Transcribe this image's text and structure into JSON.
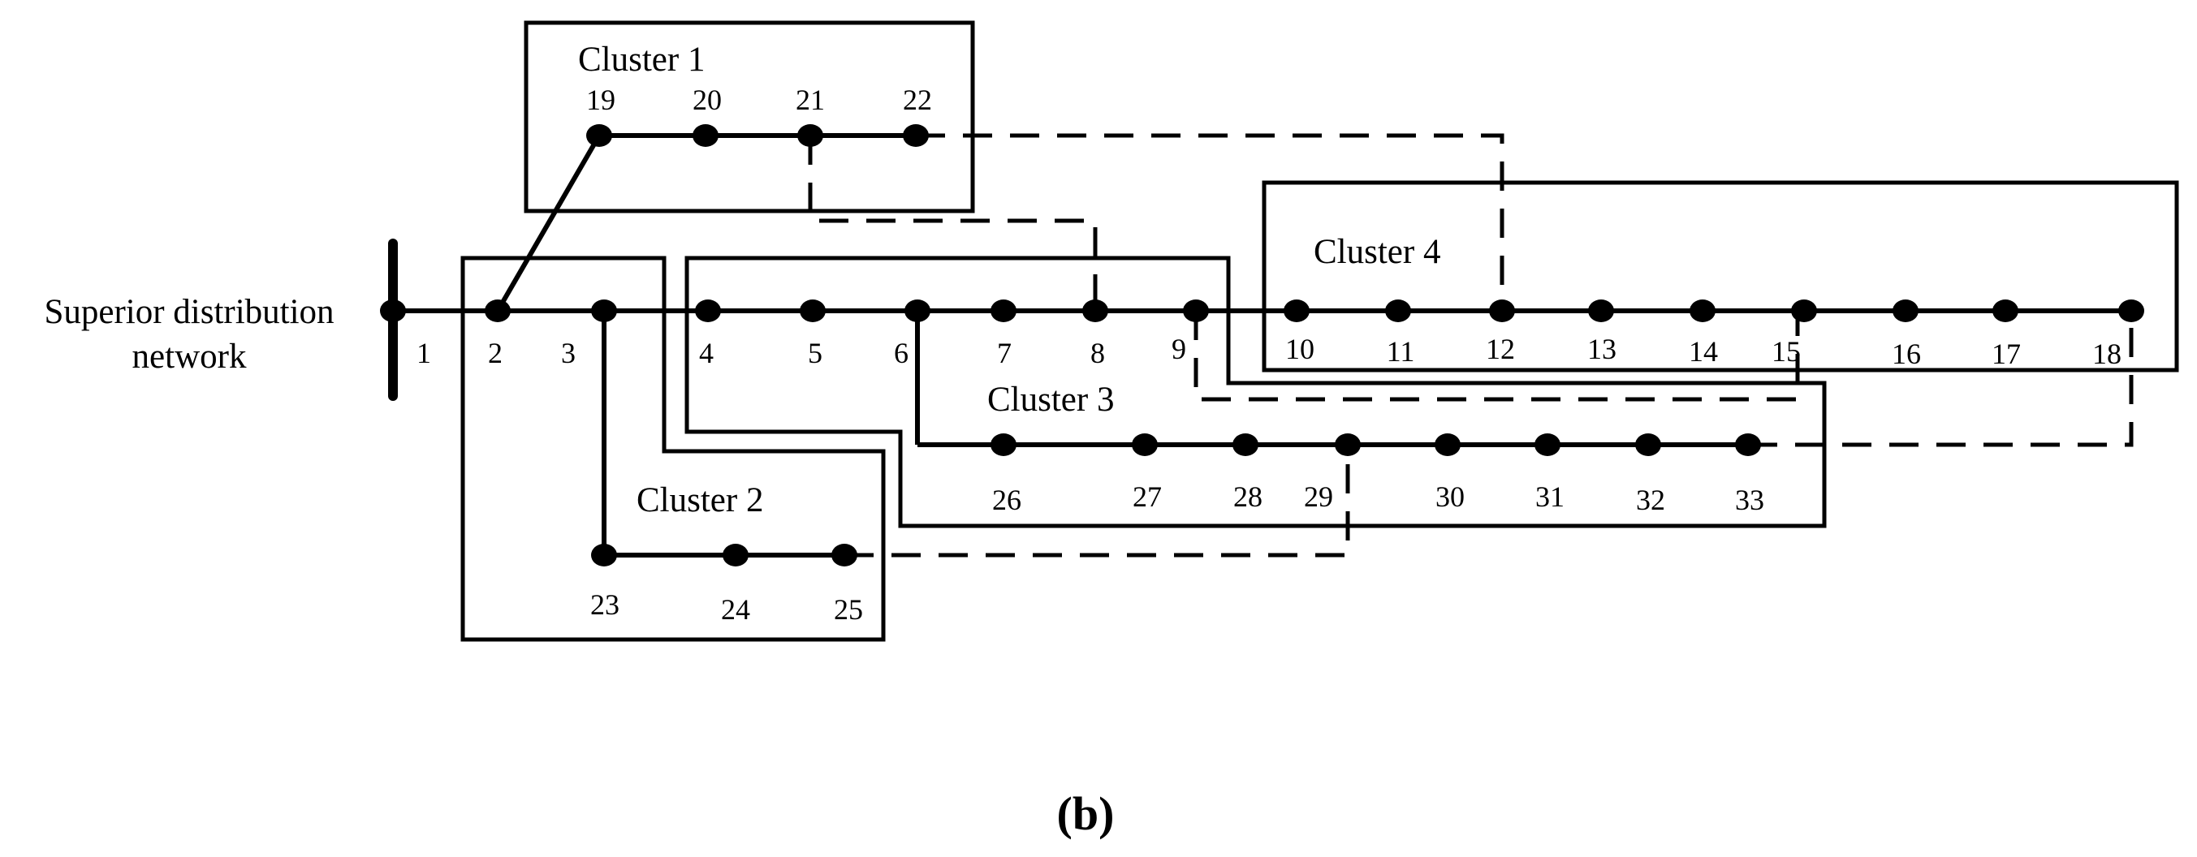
{
  "source_label_line1": "Superior distribution",
  "source_label_line2": "network",
  "caption": "(b)",
  "clusters": [
    {
      "label": "Cluster 1"
    },
    {
      "label": "Cluster 2"
    },
    {
      "label": "Cluster 3"
    },
    {
      "label": "Cluster 4"
    }
  ],
  "buses": [
    "1",
    "2",
    "3",
    "4",
    "5",
    "6",
    "7",
    "8",
    "9",
    "10",
    "11",
    "12",
    "13",
    "14",
    "15",
    "16",
    "17",
    "18",
    "19",
    "20",
    "21",
    "22",
    "23",
    "24",
    "25",
    "26",
    "27",
    "28",
    "29",
    "30",
    "31",
    "32",
    "33"
  ]
}
